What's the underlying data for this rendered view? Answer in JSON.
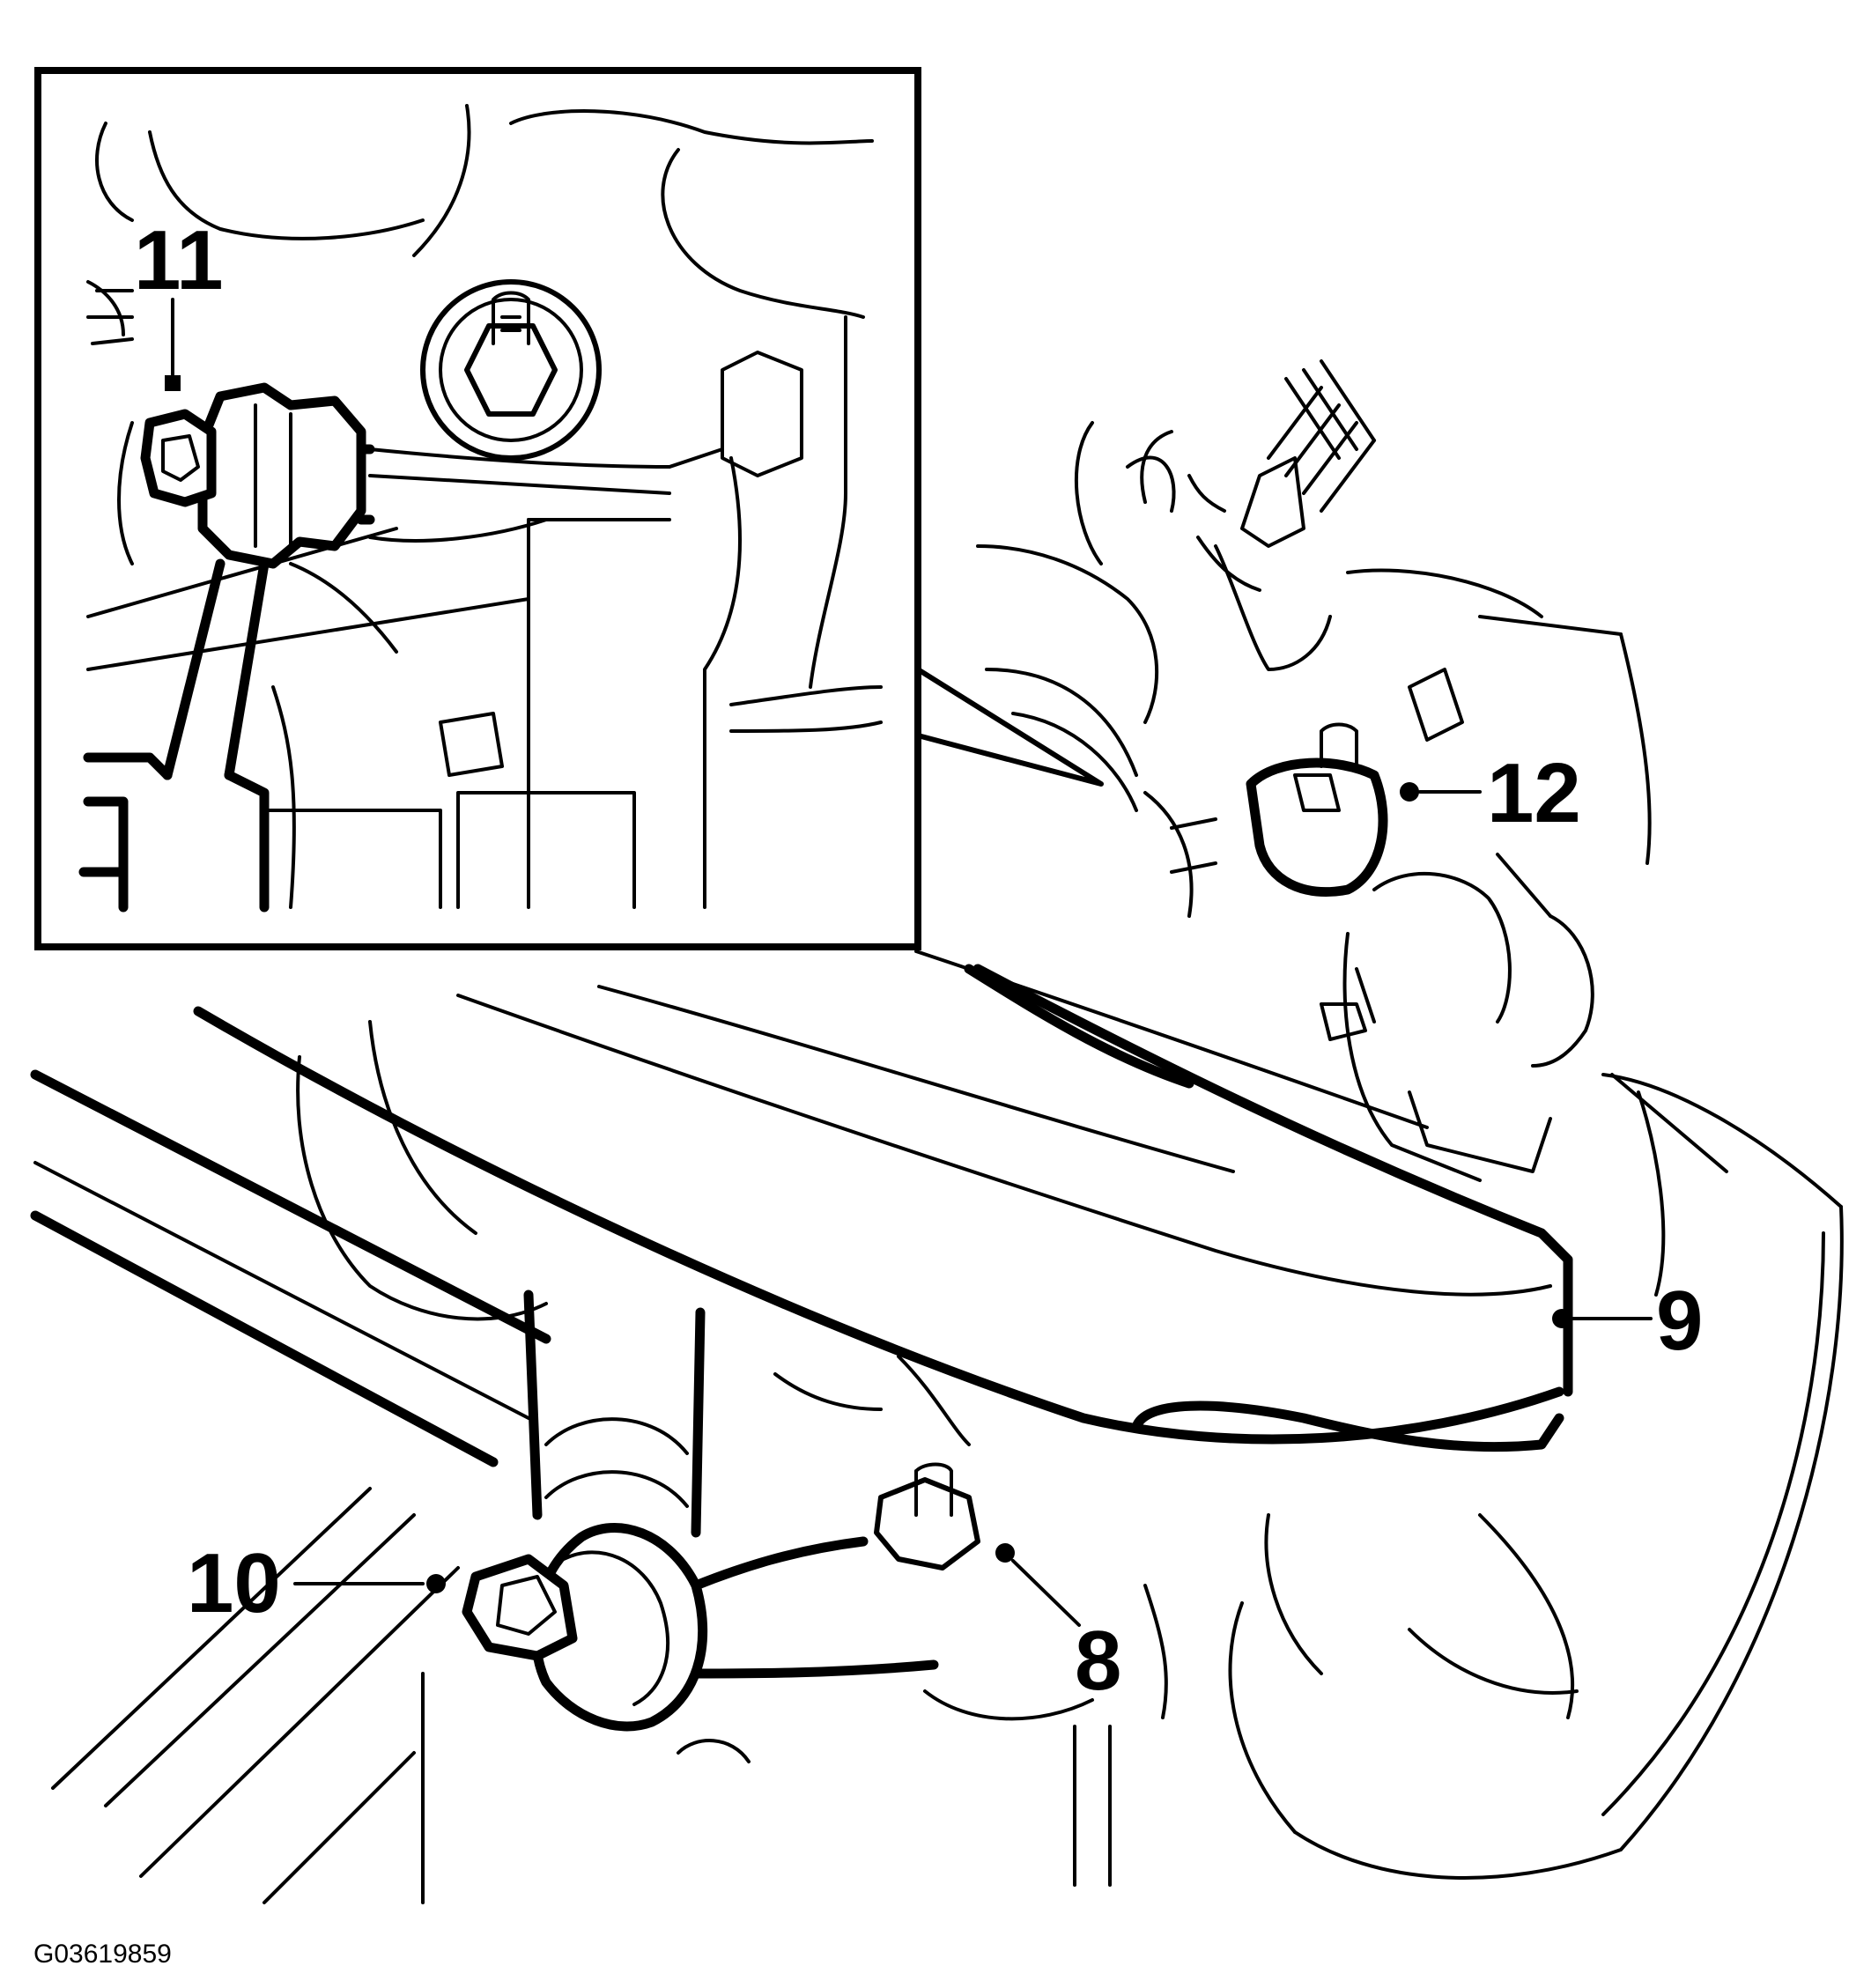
{
  "figure_id": "G03619859",
  "callouts": {
    "c8": "8",
    "c9": "9",
    "c10": "10",
    "c11": "11",
    "c12": "12"
  },
  "colors": {
    "ink": "#000000",
    "paper": "#ffffff"
  }
}
